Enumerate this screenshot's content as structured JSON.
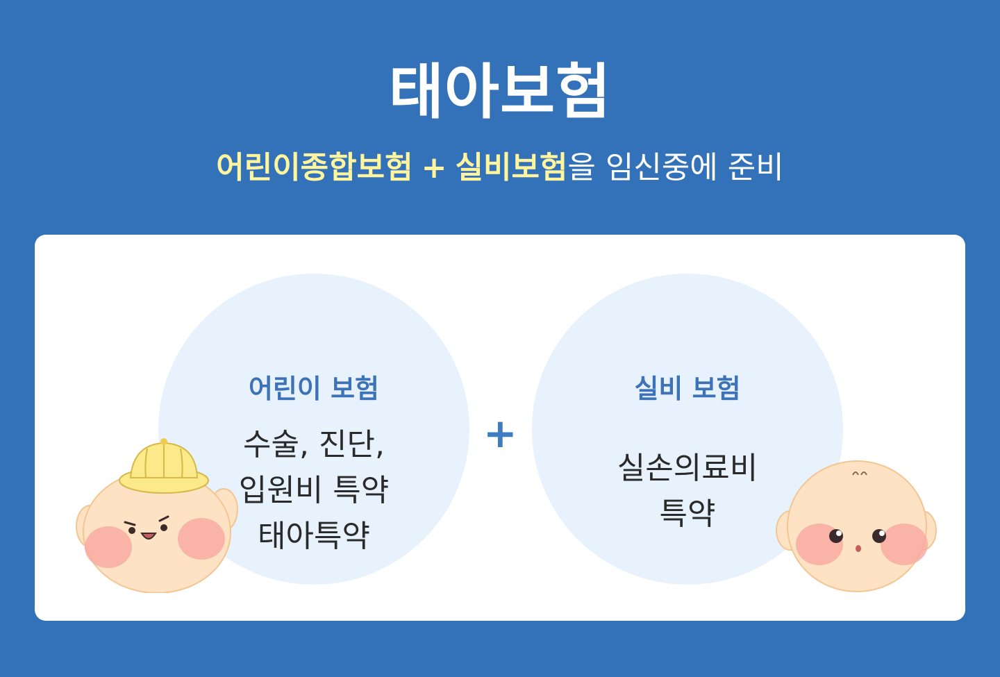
{
  "header": {
    "title": "태아보험",
    "subtitle_highlight_1": "어린이종합보험",
    "subtitle_plus": "+",
    "subtitle_highlight_2": "실비보험",
    "subtitle_rest": "을 임신중에 준비"
  },
  "card": {
    "left": {
      "title": "어린이 보험",
      "lines": [
        "수술, 진단,",
        "입원비 특약",
        "태아특약"
      ]
    },
    "plus": "+",
    "right": {
      "title": "실비 보험",
      "lines": [
        "실손의료비",
        "특약"
      ]
    }
  },
  "colors": {
    "background": "#3372b8",
    "highlight": "#fff59e",
    "circle": "#e7f2fd",
    "accent": "#3d73b6"
  },
  "icons": {
    "left_character": "baby-with-yellow-hat-icon",
    "right_character": "baby-icon"
  }
}
